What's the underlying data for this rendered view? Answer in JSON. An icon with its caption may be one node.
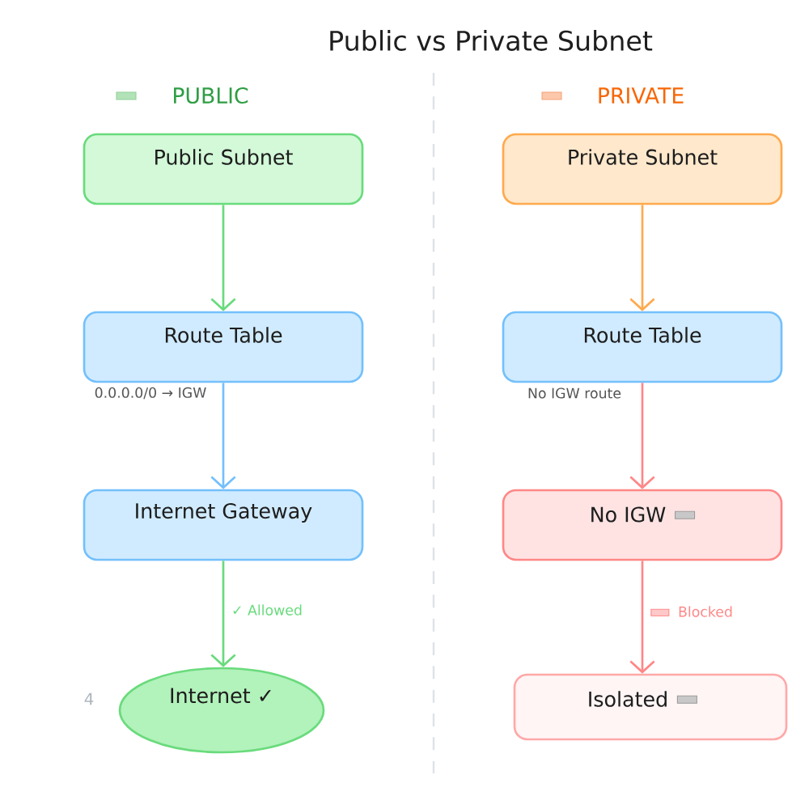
{
  "diagram": {
    "title": "Public vs Private Subnet",
    "nodes": [
      {
        "text": [
          "Public Subnet"
        ]
      },
      {
        "text": [
          "Route Table"
        ]
      },
      {
        "text": [
          "Internet Gateway"
        ]
      },
      {
        "text": [
          "Internet ✓"
        ]
      },
      {
        "text": [
          "Private Subnet"
        ]
      },
      {
        "text": [
          "Route Table"
        ]
      },
      {
        "text": [
          "No IGW"
        ]
      },
      {
        "text": [
          "Isolated"
        ]
      }
    ],
    "edges": [
      {
        "from": 0,
        "to": 1,
        "arrow": "to",
        "color": "#69db7c"
      },
      {
        "from": 1,
        "to": 2,
        "arrow": "to",
        "label": "0.0.0.0/0 → IGW",
        "color": "#74c0fc"
      },
      {
        "from": 2,
        "to": 3,
        "arrow": "to",
        "label": "✓ Allowed",
        "color": "#69db7c"
      },
      {
        "from": 4,
        "to": 5,
        "arrow": "to",
        "color": "#ffa94d"
      },
      {
        "from": 5,
        "to": 6,
        "arrow": "to",
        "label": "No IGW route",
        "color": "#ff8787"
      },
      {
        "from": 6,
        "to": 7,
        "arrow": "to",
        "label": "Blocked",
        "color": "#ff8787"
      }
    ],
    "labels": [
      "PUBLIC",
      "PRIVATE",
      "4"
    ]
  }
}
